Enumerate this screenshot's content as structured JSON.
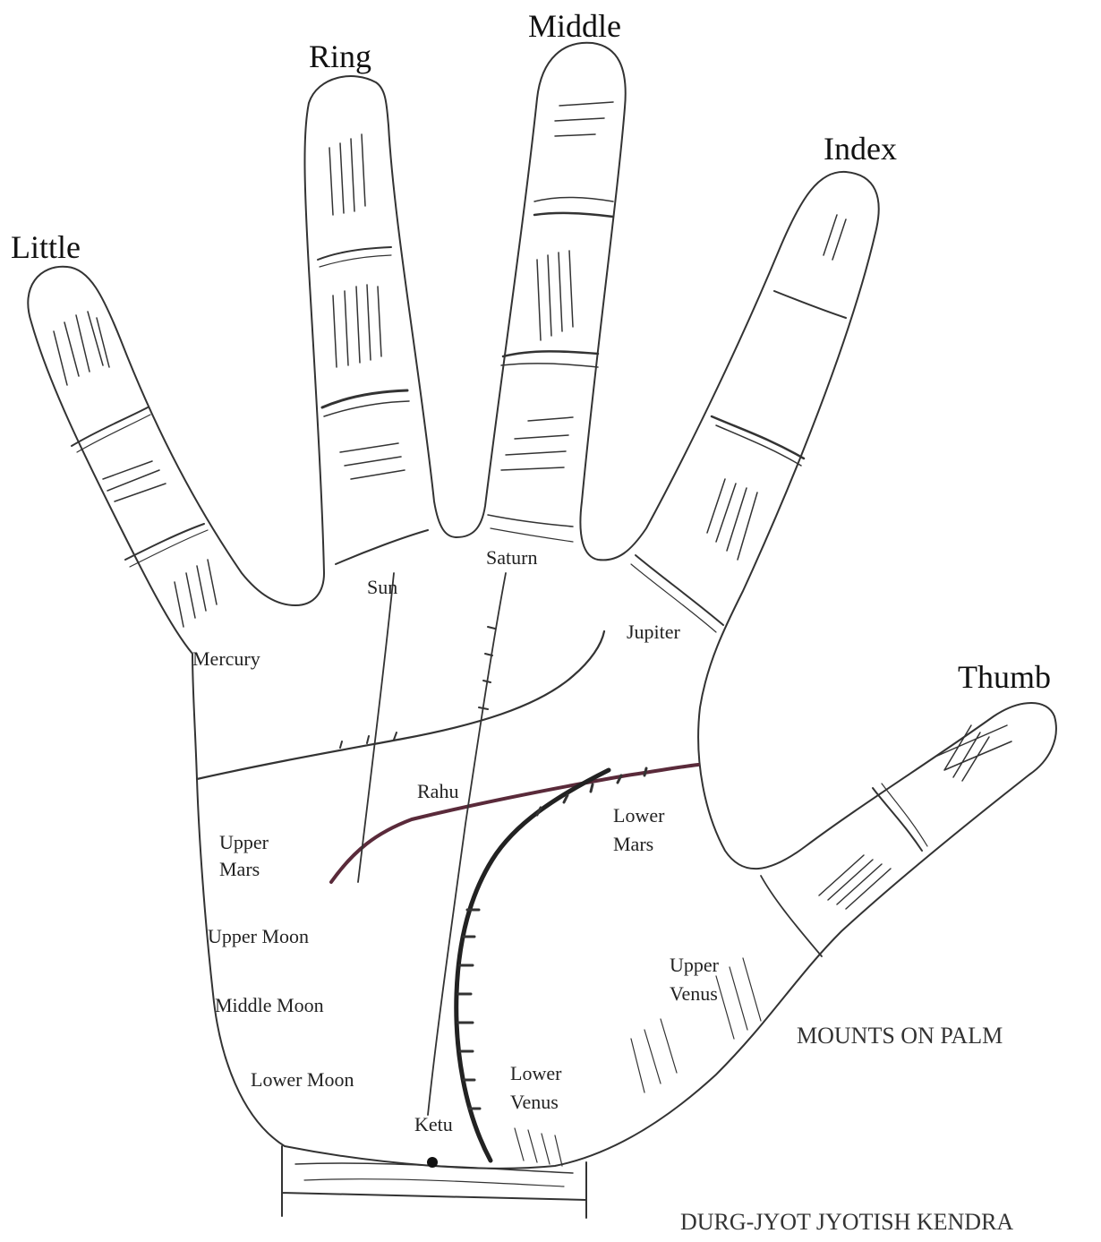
{
  "fingers": {
    "little": "Little",
    "ring": "Ring",
    "middle": "Middle",
    "index": "Index",
    "thumb": "Thumb"
  },
  "mounts": {
    "sun": "Sun",
    "saturn": "Saturn",
    "mercury": "Mercury",
    "jupiter": "Jupiter",
    "rahu": "Rahu",
    "upper_mars_1": "Upper",
    "upper_mars_2": "Mars",
    "lower_mars_1": "Lower",
    "lower_mars_2": "Mars",
    "upper_moon": "Upper  Moon",
    "middle_moon": "Middle  Moon",
    "lower_moon": "Lower  Moon",
    "upper_venus_1": "Upper",
    "upper_venus_2": "Venus",
    "lower_venus_1": "Lower",
    "lower_venus_2": "Venus",
    "ketu": "Ketu"
  },
  "captions": {
    "title": "MOUNTS ON PALM",
    "publisher": "DURG-JYOT JYOTISH KENDRA"
  },
  "colors": {
    "outline": "#333333",
    "heart_line": "#5a2a3a",
    "ink": "#444444"
  }
}
